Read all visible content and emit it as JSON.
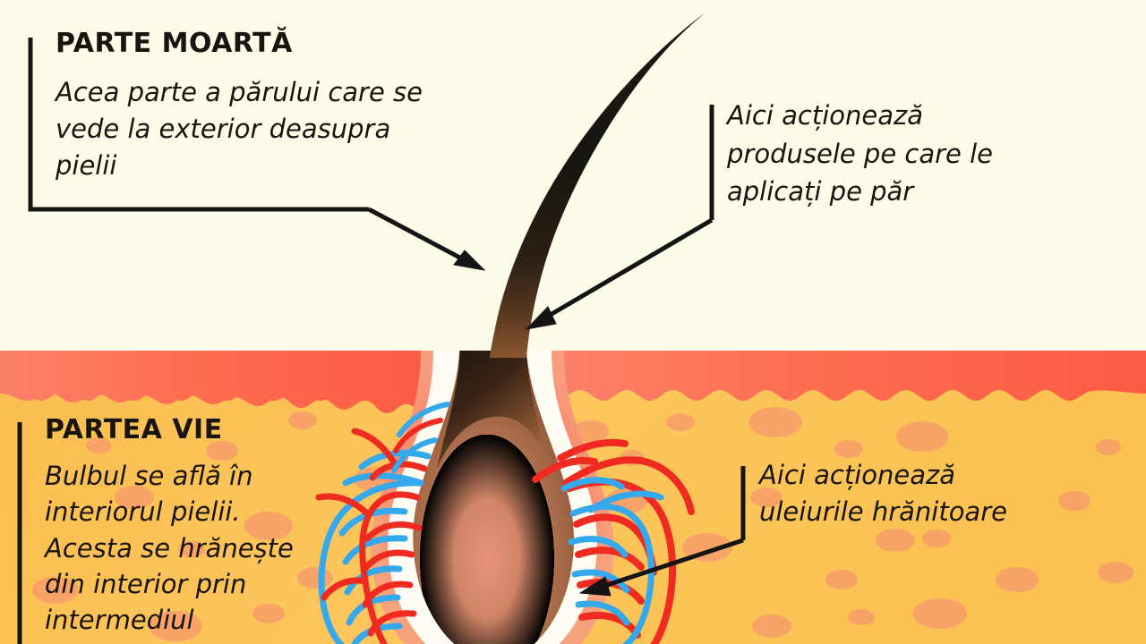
{
  "figure": {
    "kind": "hair-follicle-anatomy-diagram",
    "language": "ro",
    "background_color": "#fdfce9",
    "epidermis_color": "#fd6f51",
    "dermis_color": "#fbc456",
    "dermis_blob_color": "#f79567",
    "hair_shaft_color": "#111111",
    "bulb_color": "#a8apt",
    "artery_color": "#ef2b23",
    "vein_color": "#34a8ec",
    "follicle_sheath_color": "#fffdf2",
    "callout_line_color": "#141414"
  },
  "callouts": {
    "dead_part": {
      "title": "PARTE MOARTĂ",
      "body": "Acea parte a părului care se vede la exterior deasupra pielii"
    },
    "products": {
      "title": "",
      "body": "Aici acționează produsele pe care le aplicați pe păr"
    },
    "live_part": {
      "title": "PARTEA VIE",
      "body": "Bulbul se află în interiorul pielii. Acesta se hrănește din interior prin intermediul"
    },
    "oils": {
      "title": "",
      "body": "Aici acționează uleiurile hrănitoare"
    }
  }
}
